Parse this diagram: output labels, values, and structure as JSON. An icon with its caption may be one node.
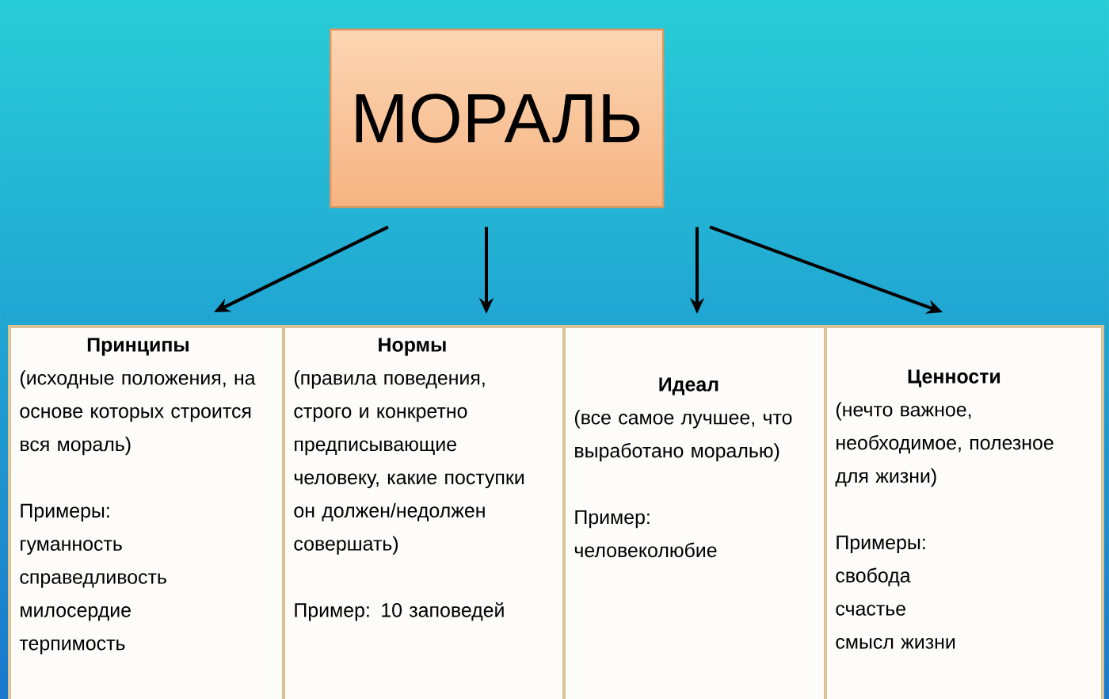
{
  "diagram": {
    "nodes": [
      {
        "text": [
          "МОРАЛЬ"
        ]
      },
      {
        "text": [
          "Принципы",
          "(исходные положения, на основе которых строится вся мораль)",
          "Примеры:",
          "гуманность",
          "справедливость",
          "милосердие",
          "терпимость"
        ]
      },
      {
        "text": [
          "Нормы",
          "(правила поведения, строго и конкретно предписывающие человеку, какие поступки он должен/недолжен совершать)",
          "Пример: 10 заповедей"
        ]
      },
      {
        "text": [
          "Идеал",
          "(все самое лучшее, что выработано моралью)",
          "Пример:",
          "человеколюбие"
        ]
      },
      {
        "text": [
          "Ценности",
          "(нечто важное, необходимое, полезное для жизни)",
          "Примеры:",
          "свобода",
          "счастье",
          "смысл жизни"
        ]
      }
    ],
    "edges": [
      {
        "from": 0,
        "to": 1,
        "arrow": "to"
      },
      {
        "from": 0,
        "to": 2,
        "arrow": "to"
      },
      {
        "from": 0,
        "to": 3,
        "arrow": "to"
      },
      {
        "from": 0,
        "to": 4,
        "arrow": "to"
      }
    ]
  }
}
